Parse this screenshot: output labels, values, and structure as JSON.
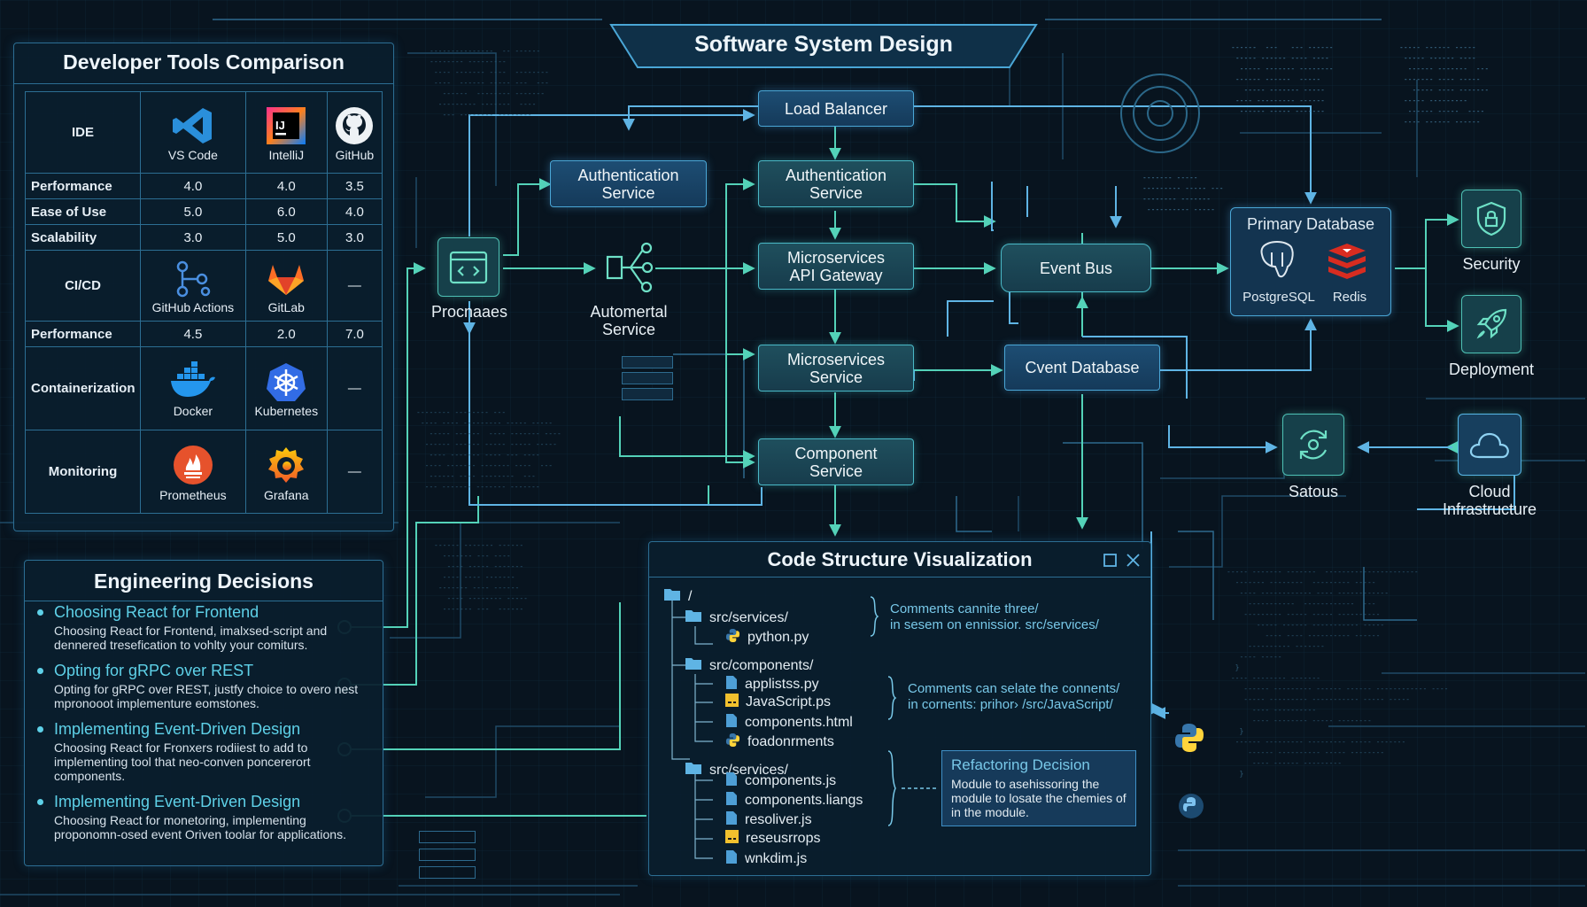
{
  "title": "Software System Design",
  "tools": {
    "title": "Developer Tools Comparison",
    "ide_label": "IDE",
    "ide_tools": [
      {
        "name": "VS Code",
        "icon": "vscode-icon"
      },
      {
        "name": "IntelliJ",
        "icon": "intellij-icon"
      },
      {
        "name": "GitHub",
        "icon": "github-icon"
      }
    ],
    "ide_rows": [
      {
        "label": "Performance",
        "values": [
          "4.0",
          "4.0",
          "3.5"
        ]
      },
      {
        "label": "Ease of Use",
        "values": [
          "5.0",
          "6.0",
          "4.0"
        ]
      },
      {
        "label": "Scalability",
        "values": [
          "3.0",
          "5.0",
          "3.0"
        ]
      }
    ],
    "cicd_label": "CI/CD",
    "cicd_tools": [
      {
        "name": "GitHub Actions",
        "icon": "github-actions-icon"
      },
      {
        "name": "GitLab",
        "icon": "gitlab-icon"
      },
      {
        "name": "—",
        "icon": ""
      }
    ],
    "cicd_row": {
      "label": "Performance",
      "values": [
        "4.5",
        "2.0",
        "7.0"
      ]
    },
    "container_label": "Containerization",
    "container_tools": [
      {
        "name": "Docker",
        "icon": "docker-icon"
      },
      {
        "name": "Kubernetes",
        "icon": "kubernetes-icon"
      },
      {
        "name": "—",
        "icon": ""
      }
    ],
    "monitoring_label": "Monitoring",
    "monitoring_tools": [
      {
        "name": "Prometheus",
        "icon": "prometheus-icon"
      },
      {
        "name": "Grafana",
        "icon": "grafana-icon"
      },
      {
        "name": "—",
        "icon": ""
      }
    ]
  },
  "decisions": {
    "title": "Engineering Decisions",
    "items": [
      {
        "title": "Choosing React for Frontend",
        "body": "Choosing React for Frontend, imalxsed-script and dennered tresefication to vohlty your comiturs."
      },
      {
        "title": "Opting for gRPC over REST",
        "body": "Opting for gRPC over REST, justfy choice to overo nest mpronooot implementure eomstones."
      },
      {
        "title": "Implementing Event-Driven Design",
        "body": "Choosing React for Fronxers rodiiest to add to implementing tool that neo-conven poncererort components."
      },
      {
        "title": "Implementing Event-Driven Design",
        "body": "Choosing React for monetoring, implementing proponomn-osed event Oriven toolar for applications."
      }
    ]
  },
  "diagram": {
    "load_balancer": "Load Balancer",
    "auth_left": "Authentication\nService",
    "auth_center": "Authentication\nService",
    "api_gateway": "Microservices\nAPI Gateway",
    "microservices": "Microservices\nService",
    "component": "Component\nService",
    "event_bus": "Event Bus",
    "event_db": "Cvent Database",
    "processes": "Procnaaes",
    "automertal": "Automertal\nService",
    "primary_db": "Primary Database",
    "postgres": "PostgreSQL",
    "redis": "Redis",
    "security": "Security",
    "deployment": "Deployment",
    "status": "Satous",
    "cloud": "Cloud\nInfrastructure"
  },
  "code": {
    "title": "Code Structure Visualization",
    "tree": [
      {
        "label": "/",
        "type": "folder",
        "depth": 0
      },
      {
        "label": "src/services/",
        "type": "folder",
        "depth": 1
      },
      {
        "label": "python.py",
        "type": "python",
        "depth": 2
      },
      {
        "label": "src/components/",
        "type": "folder",
        "depth": 1
      },
      {
        "label": "applistss.py",
        "type": "file",
        "depth": 2
      },
      {
        "label": "JavaScript.ps",
        "type": "js",
        "depth": 2
      },
      {
        "label": "components.html",
        "type": "file",
        "depth": 2
      },
      {
        "label": "foadonrments",
        "type": "python",
        "depth": 2
      },
      {
        "label": "src/services/",
        "type": "folder",
        "depth": 1
      },
      {
        "label": "components.js",
        "type": "file",
        "depth": 2
      },
      {
        "label": "components.liangs",
        "type": "file",
        "depth": 2
      },
      {
        "label": "resoliver.js",
        "type": "file",
        "depth": 2
      },
      {
        "label": "reseusrrops",
        "type": "js",
        "depth": 2
      },
      {
        "label": "wnkdim.js",
        "type": "file",
        "depth": 2
      }
    ],
    "comment1": "Comments cannite three/\nin sesem on ennissior. src/services/",
    "comment2": "Comments can selate the connents/\nin cornents: prihor› /src/JavaScript/",
    "refactor_title": "Refactoring Decision",
    "refactor_body": "Module to asehissoring the module to losate the chemies of in the module."
  },
  "colors": {
    "background": "#08141f",
    "panel_border": "#2c6e93",
    "service_teal": "#4ab8c6",
    "service_blue": "#4aa6d6",
    "wire_teal": "#54d2b8",
    "wire_blue": "#5fb4e4",
    "accent": "#5ed1e8"
  }
}
